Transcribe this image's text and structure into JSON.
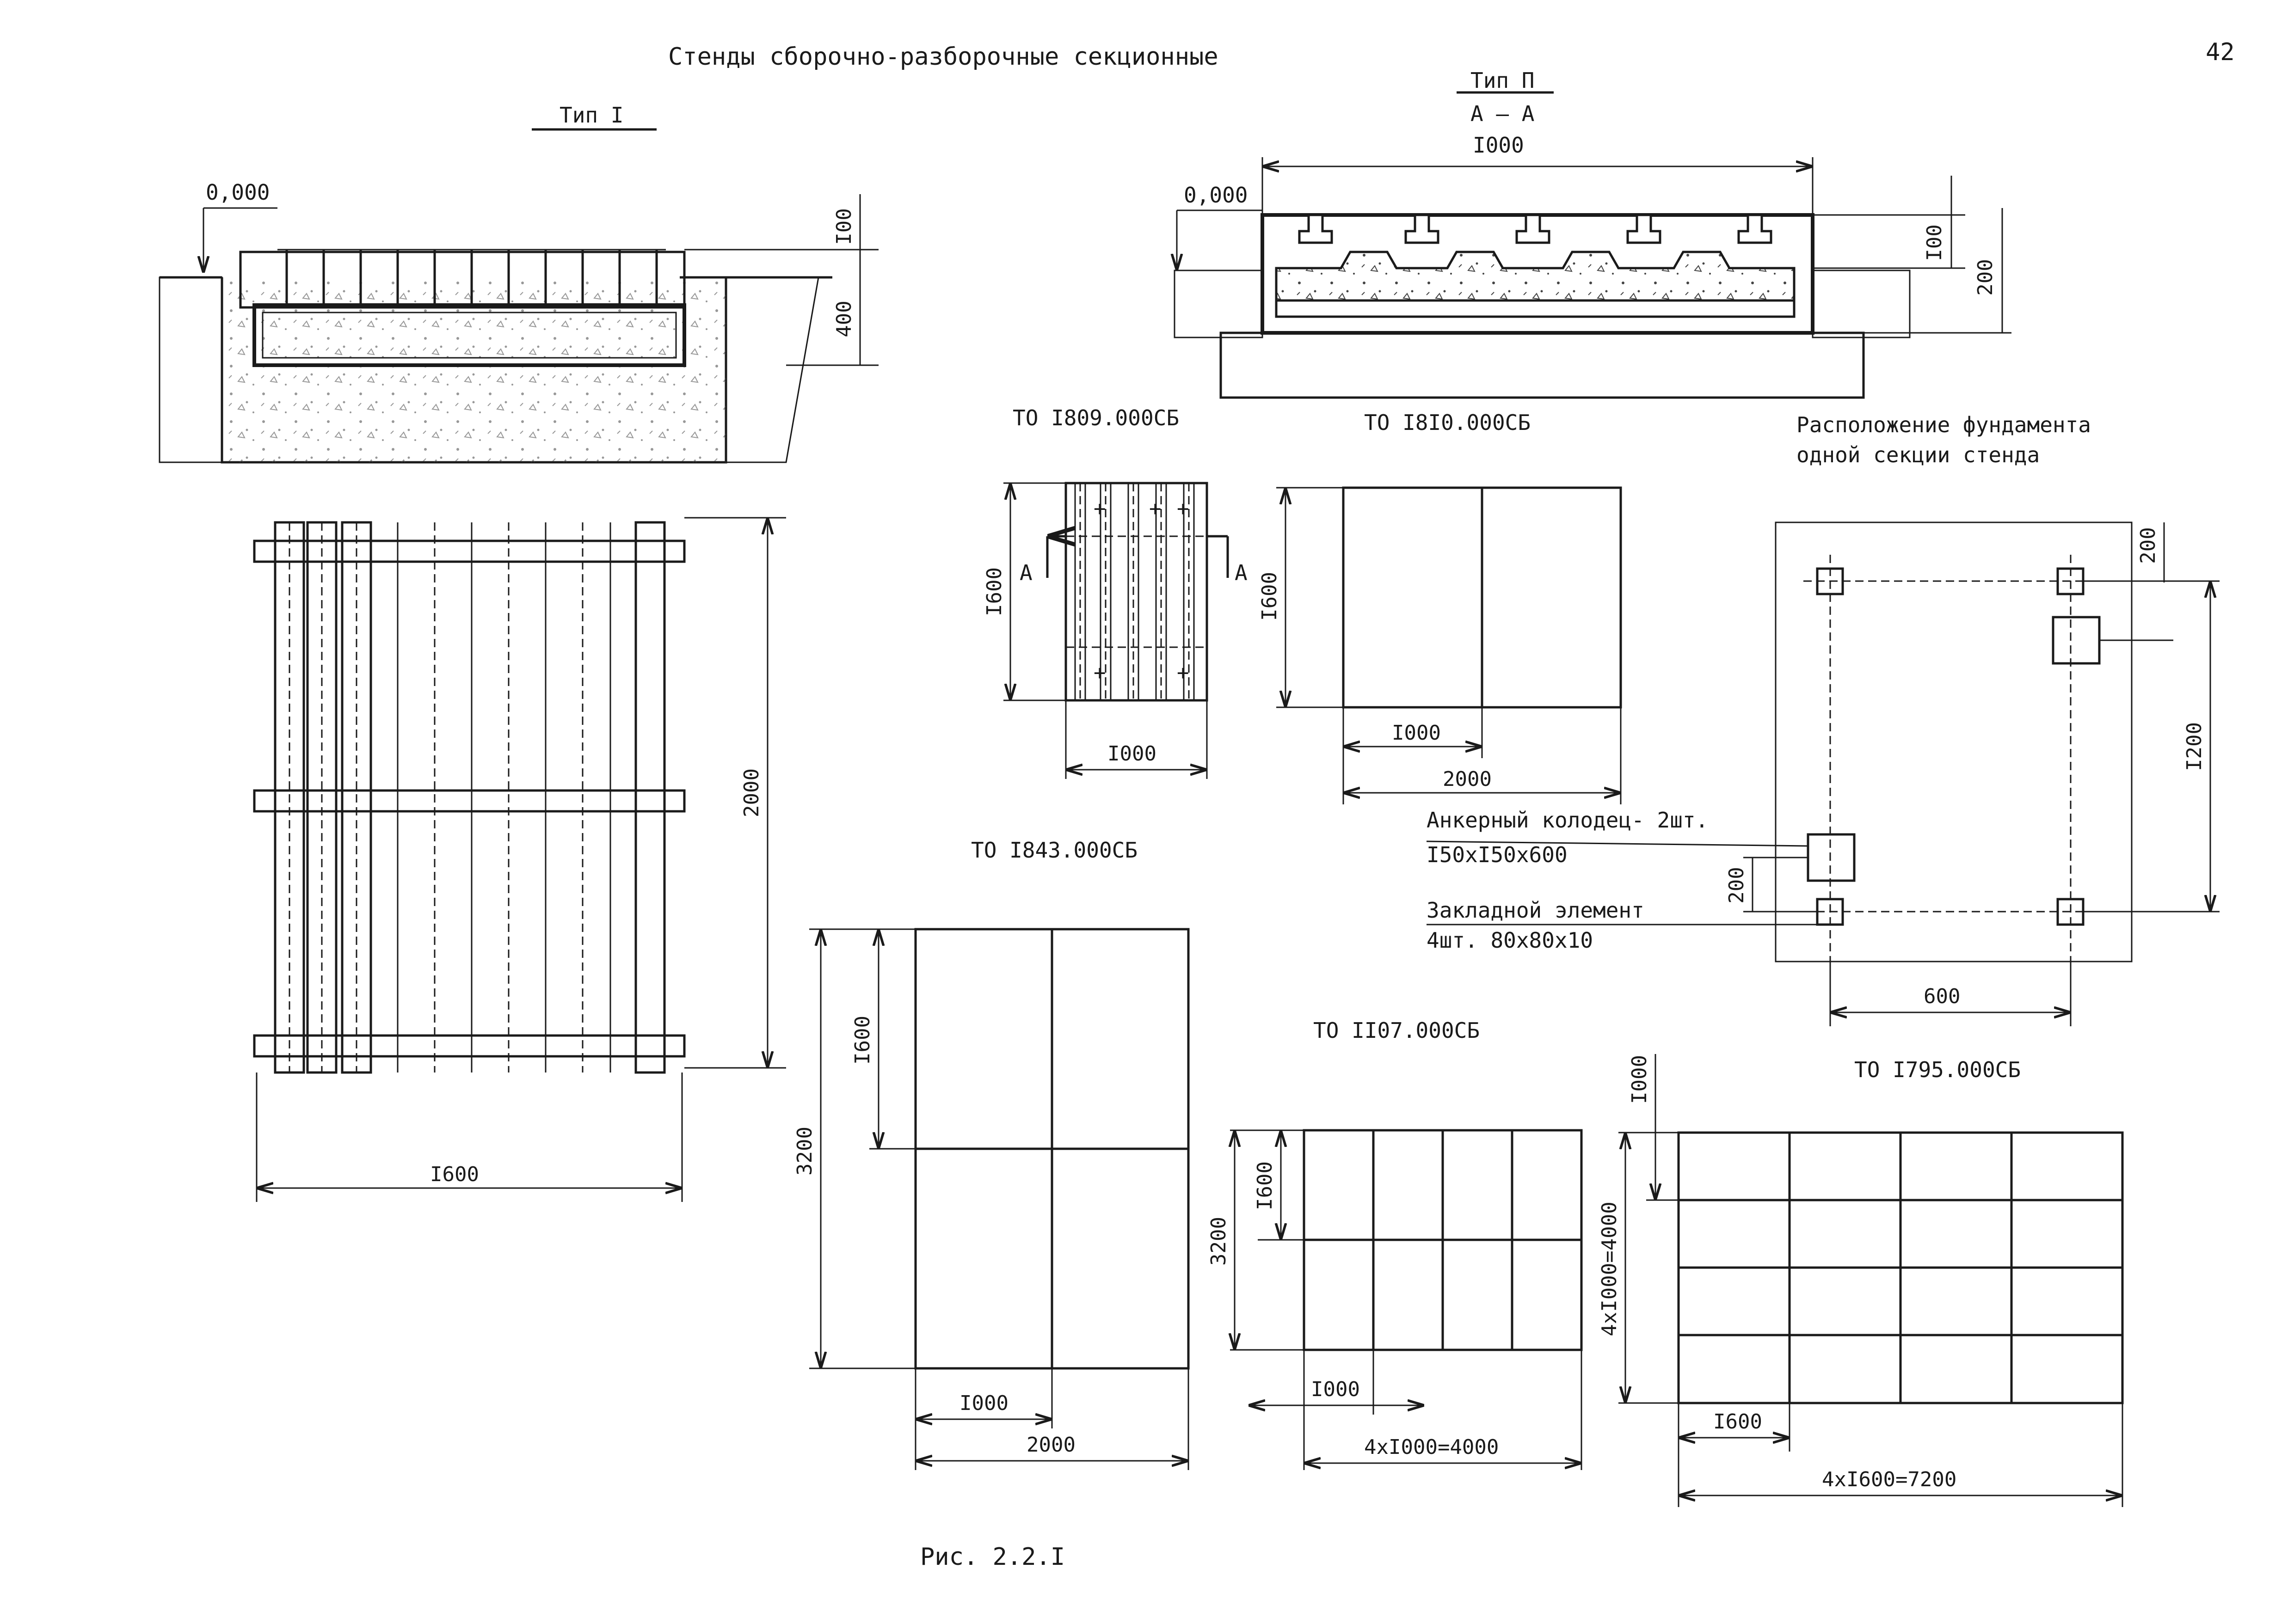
{
  "sheet": {
    "page_number": "42",
    "title": "Стенды   сборочно-разборочные  секционные",
    "figure_caption": "Рис. 2.2.I"
  },
  "type1": {
    "label": "Тип  I",
    "elevation": "0,000",
    "dim_100": "I00",
    "dim_400": "400",
    "plan_dim_width": "I600",
    "plan_dim_height": "2000"
  },
  "type2": {
    "label": "Тип  П",
    "section_label": "А – А",
    "dim_1000": "I000",
    "elevation": "0,000",
    "dim_100": "I00",
    "dim_200": "200"
  },
  "to1809": {
    "code": "ТО I809.000СБ",
    "dim_h": "I600",
    "dim_w": "I000",
    "cut_left": "А",
    "cut_right": "А"
  },
  "to1810": {
    "code": "ТО I8I0.000СБ",
    "dim_h": "I600",
    "dim_w1": "I000",
    "dim_w2": "2000"
  },
  "to1843": {
    "code": "ТО I843.000СБ",
    "dim_h1": "I600",
    "dim_h2": "3200",
    "dim_w1": "I000",
    "dim_w2": "2000"
  },
  "to1107": {
    "code": "ТО II07.000СБ",
    "dim_h1": "I600",
    "dim_h2": "3200",
    "dim_w1": "I000",
    "dim_w2": "4хI000=4000"
  },
  "to1795": {
    "code": "ТО I795.000СБ",
    "dim_h1": "I000",
    "dim_h2": "4хI000=4000",
    "dim_w1": "I600",
    "dim_w2": "4хI600=7200"
  },
  "foundation": {
    "title_line1": "Расположение  фундамента",
    "title_line2": "одной секции стенда",
    "anchor_label": "Анкерный колодец- 2шт.",
    "anchor_size": "I50хI50х600",
    "embed_label": "Закладной элемент",
    "embed_size": "4шт.   80х80х10",
    "dim_200_top": "200",
    "dim_1200": "I200",
    "dim_200_side": "200",
    "dim_600": "600"
  }
}
